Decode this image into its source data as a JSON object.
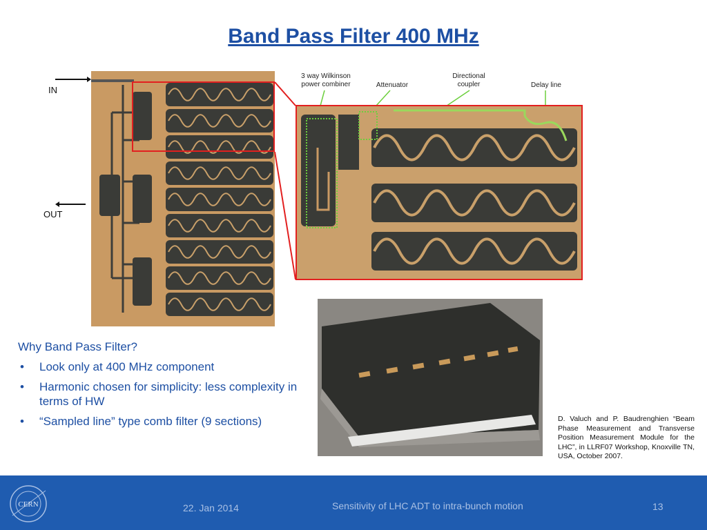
{
  "title": "Band Pass Filter 400 MHz",
  "pins": {
    "in": "IN",
    "out": "OUT"
  },
  "callouts": {
    "wilkinson": "3 way Wilkinson power combiner",
    "attenuator": "Attenuator",
    "coupler": "Directional coupler",
    "delay": "Delay line"
  },
  "bullets": {
    "heading": "Why Band Pass Filter?",
    "items": [
      "Look only at 400 MHz component",
      "Harmonic chosen for simplicity: less complexity in terms of HW",
      "“Sampled line” type comb filter (9 sections)"
    ]
  },
  "reference": "D. Valuch and P. Baudrenghien “Beam Phase Measurement and Transverse Position Measurement Module for the LHC”, in LLRF07 Workshop, Knoxville TN, USA, October 2007.",
  "footer": {
    "date": "22. Jan 2014",
    "talk": "Sensitivity of LHC ADT to intra-bunch motion",
    "page": "13",
    "logo_text": "CERN"
  },
  "colors": {
    "title": "#1d4fa3",
    "footer_bg": "#1f5cb0",
    "highlight": "#e21f1f"
  }
}
